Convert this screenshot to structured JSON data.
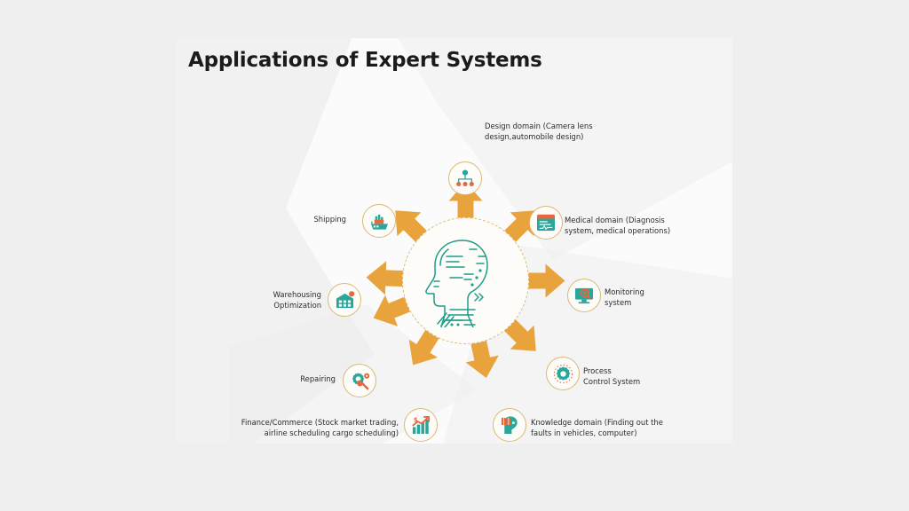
{
  "slide": {
    "title": "Applications of Expert Systems",
    "background_color": "#fbfbfb",
    "page_background_color": "#efefef"
  },
  "center": {
    "icon": "ai-robot-head-icon",
    "icon_color": "#1f9c8a",
    "ring_color": "#d9bb7c"
  },
  "theme": {
    "arrow_color": "#e8a33d",
    "node_ring_color": "#d9b978",
    "teal": "#2aa79b",
    "orange": "#e8673c",
    "text_color": "#2b2b2b"
  },
  "nodes": [
    {
      "id": "design-domain",
      "label": "Design domain (Camera lens\ndesign,automobile design)",
      "icon": "hierarchy-icon",
      "side": "right"
    },
    {
      "id": "medical-domain",
      "label": "Medical domain (Diagnosis\nsystem, medical operations)",
      "icon": "medical-record-window-icon",
      "side": "right"
    },
    {
      "id": "monitoring-system",
      "label": "Monitoring\nsystem",
      "icon": "monitor-search-icon",
      "side": "right"
    },
    {
      "id": "process-control-system",
      "label": "Process\nControl System",
      "icon": "gear-settings-icon",
      "side": "right"
    },
    {
      "id": "knowledge-domain",
      "label": "Knowledge domain (Finding out the\nfaults in vehicles, computer)",
      "icon": "head-books-icon",
      "side": "right"
    },
    {
      "id": "finance-commerce",
      "label": "Finance/Commerce (Stock market trading,\nairline scheduling cargo scheduling)",
      "icon": "bar-chart-growth-icon",
      "side": "left"
    },
    {
      "id": "repairing",
      "label": "Repairing",
      "icon": "gear-wrench-icon",
      "side": "left"
    },
    {
      "id": "warehousing-optimization",
      "label": "Warehousing\nOptimization",
      "icon": "warehouse-icon",
      "side": "left"
    },
    {
      "id": "shipping",
      "label": "Shipping",
      "icon": "cargo-ship-icon",
      "side": "left"
    }
  ]
}
